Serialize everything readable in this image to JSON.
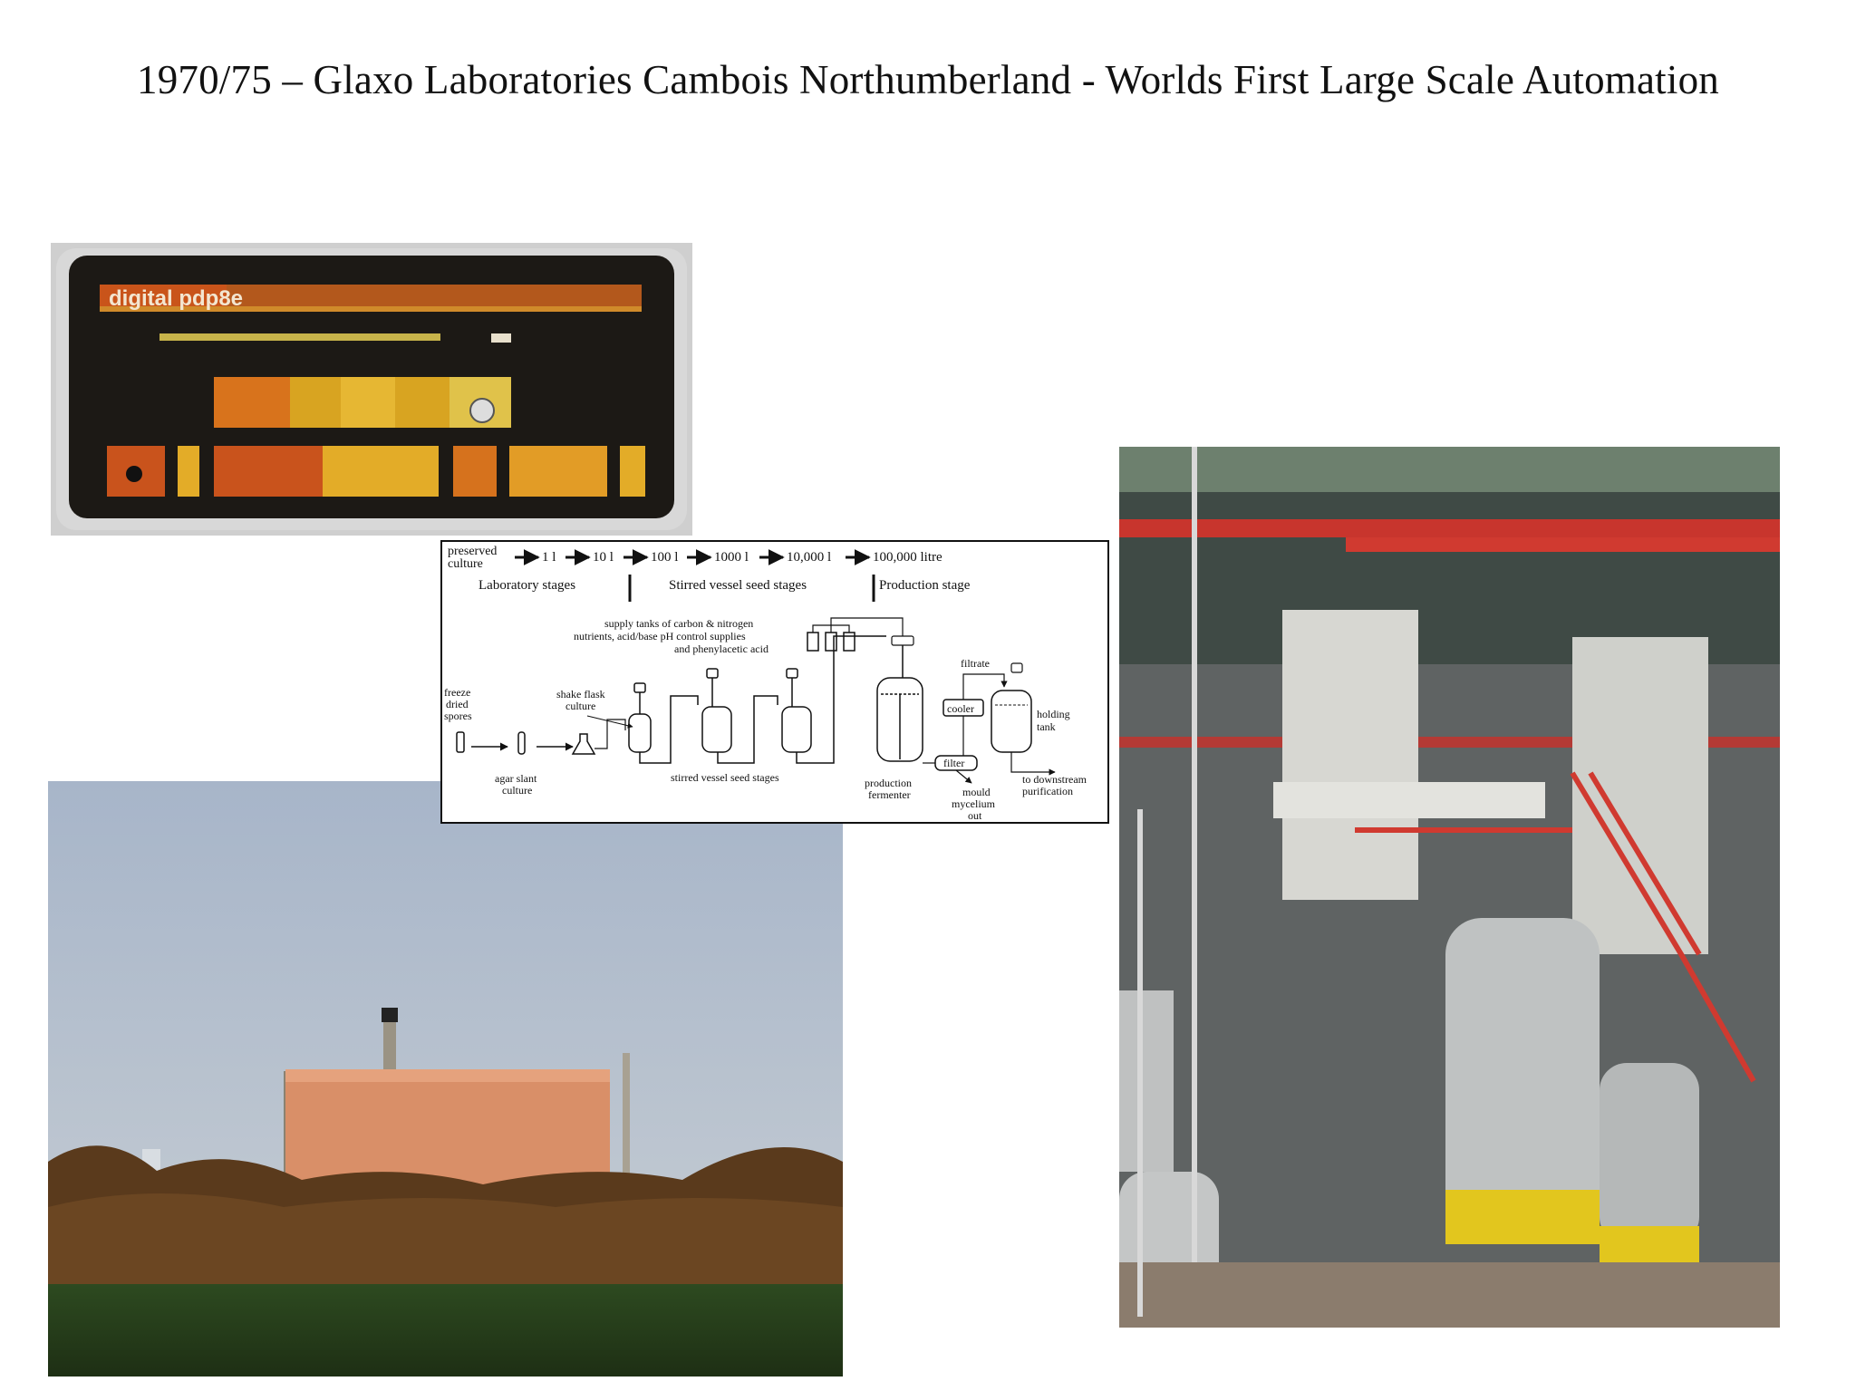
{
  "slide": {
    "title": "1970/75 – Glaxo Laboratories Cambois Northumberland  - Worlds First Large Scale Automation"
  },
  "panel_photo": {
    "brand_text": "digital pdp8e"
  },
  "diagram": {
    "top_flow": [
      "preserved culture",
      "1 l",
      "10 l",
      "100 l",
      "1000 l",
      "10,000 l",
      "100,000 litre"
    ],
    "stages": [
      "Laboratory stages",
      "Stirred vessel seed stages",
      "Production stage"
    ],
    "supply_label": [
      "supply tanks of carbon & nitrogen",
      "nutrients, acid/base pH control supplies",
      "and phenylacetic acid"
    ],
    "labels": {
      "freeze": [
        "freeze",
        "dried",
        "spores"
      ],
      "shake": [
        "shake flask",
        "culture"
      ],
      "agar": [
        "agar slant",
        "culture"
      ],
      "stirred": "stirred vessel seed stages",
      "production": [
        "production",
        "fermenter"
      ],
      "filtrate": "filtrate",
      "cooler": "cooler",
      "filter": "filter",
      "holding": [
        "holding",
        "tank"
      ],
      "mould": [
        "mould",
        "mycelium",
        "out"
      ],
      "downstream": [
        "to downstream",
        "purification"
      ]
    }
  }
}
